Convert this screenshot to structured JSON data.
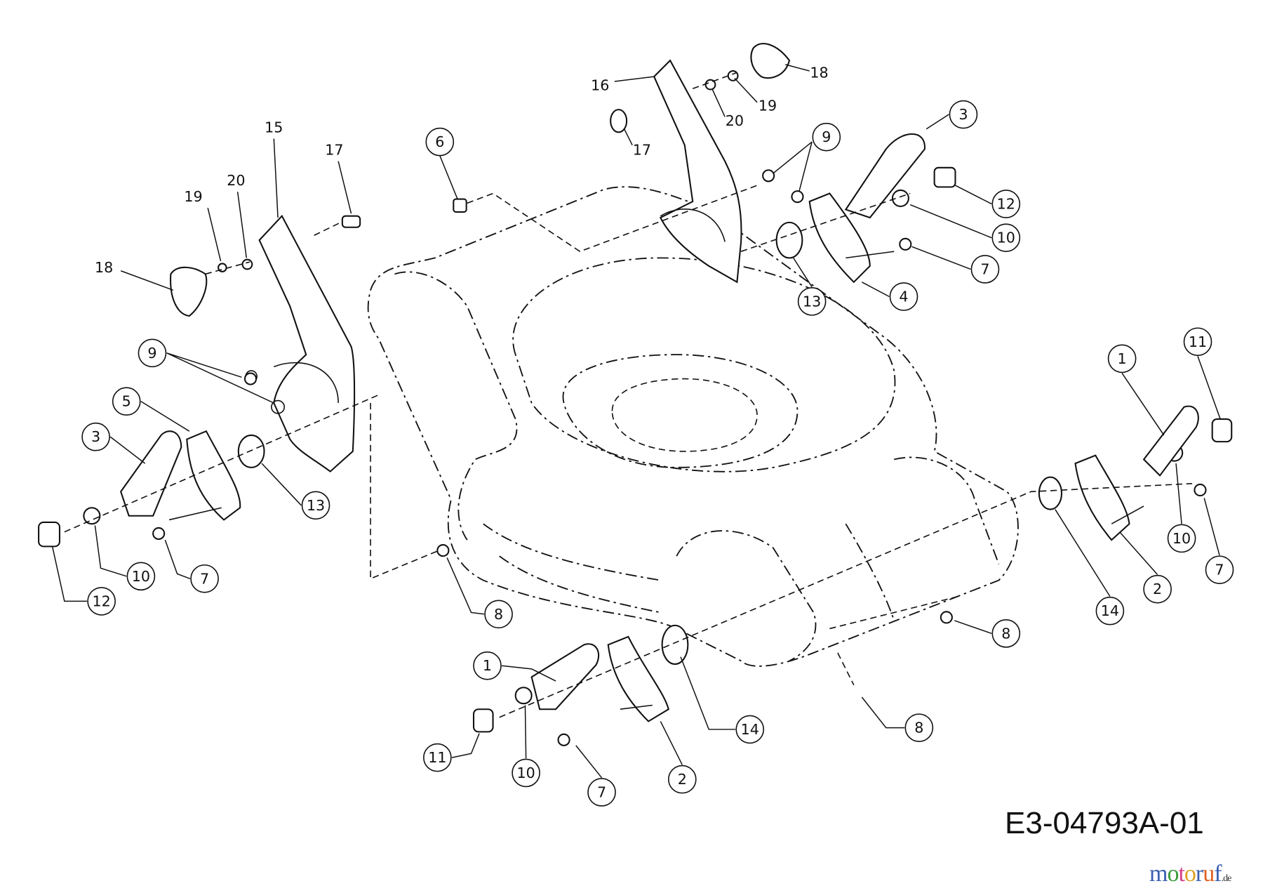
{
  "diagram_code": "E3-04793A-01",
  "watermark": "motoruf.de",
  "watermark_colors": [
    "#3a5fb0",
    "#3a9a3a",
    "#d63a8a",
    "#e0a020",
    "#3a5fb0",
    "#e06020"
  ],
  "plain_labels": [
    "16",
    "18",
    "19",
    "20",
    "17",
    "15",
    "17",
    "20",
    "19",
    "18"
  ],
  "circled_labels": [
    "6",
    "3",
    "9",
    "12",
    "10",
    "7",
    "4",
    "13",
    "9",
    "5",
    "3",
    "13",
    "12",
    "10",
    "7",
    "8",
    "1",
    "11",
    "10",
    "7",
    "2",
    "14",
    "8",
    "1",
    "14",
    "8",
    "11",
    "10",
    "7",
    "2"
  ]
}
